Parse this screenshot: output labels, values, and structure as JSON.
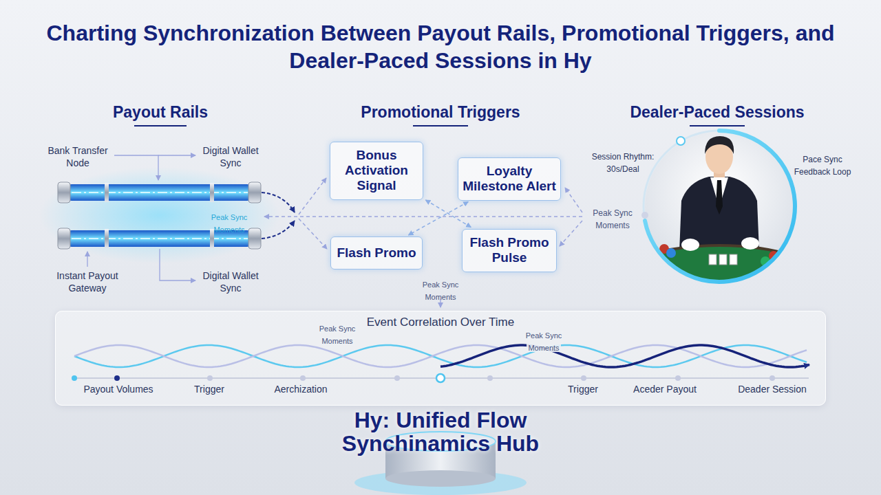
{
  "diagram": {
    "title": "Charting Synchronization Between Payout Rails, Promotional Triggers, and Dealer-Paced Sessions in Hy",
    "nodes": [
      {
        "text": [
          "Bonus Activation Signal"
        ]
      },
      {
        "text": [
          "Loyalty Milestone Alert"
        ]
      },
      {
        "text": [
          "Flash Promo"
        ]
      },
      {
        "text": [
          "Flash Promo Pulse"
        ]
      },
      {
        "text": [
          "Event Correlation Over Time"
        ]
      }
    ],
    "edges": [
      {
        "from": 0,
        "to": 3,
        "arrow": "both"
      },
      {
        "from": 1,
        "to": 2,
        "arrow": "both"
      }
    ],
    "labels": [
      "Payout Rails",
      "Promotional Triggers",
      "Dealer-Paced Sessions",
      "Bank Transfer Node",
      "Digital Wallet Sync",
      "Peak Sync Moments",
      "Instant Payout Gateway",
      "Digital Wallet Sync",
      "Session Rhythm: 30s/Deal",
      "Pace Sync Feedback Loop",
      "Peak Sync Moments",
      "Peak Sync Moments",
      "Peak Sync Moments",
      "Peak Sync Moments",
      "Payout Volumes",
      "Trigger",
      "Aerchization",
      "Trigger",
      "Aceder Payout",
      "Deader Session",
      "Hy: Unified Flow Synchinamics Hub"
    ]
  }
}
